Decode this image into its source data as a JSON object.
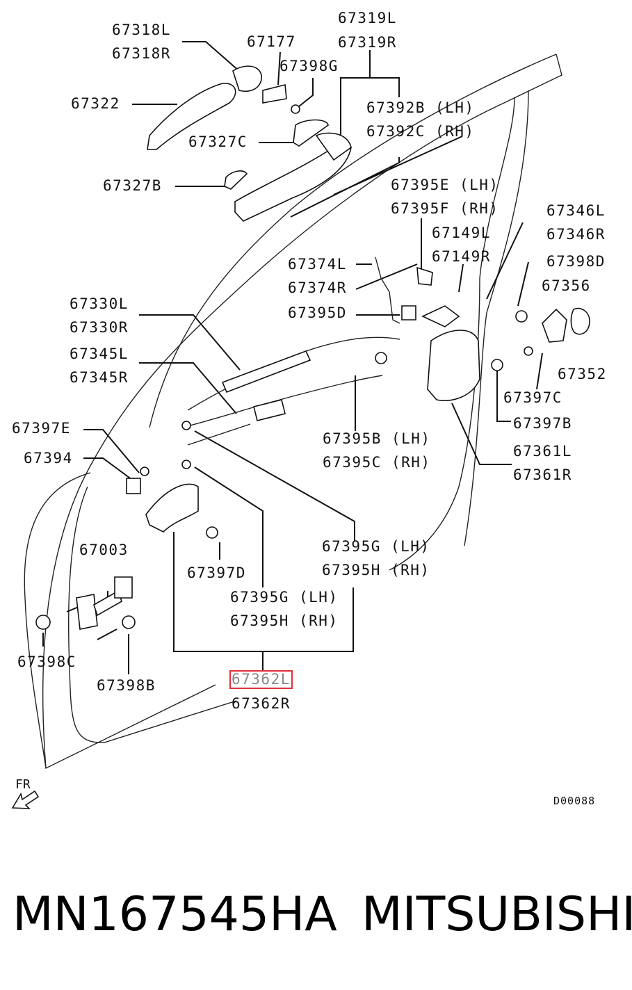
{
  "labels": {
    "l67318L": "67318L",
    "l67318R": "67318R",
    "l67177": "67177",
    "l67398G": "67398G",
    "l67319L": "67319L",
    "l67319R": "67319R",
    "l67322": "67322",
    "l67392B": "67392B (LH)",
    "l67392C": "67392C (RH)",
    "l67327C": "67327C",
    "l67327B": "67327B",
    "l67395E": "67395E (LH)",
    "l67395F": "67395F (RH)",
    "l67346L": "67346L",
    "l67346R": "67346R",
    "l67149L": "67149L",
    "l67149R": "67149R",
    "l67398D": "67398D",
    "l67374L": "67374L",
    "l67374R": "67374R",
    "l67356": "67356",
    "l67330L": "67330L",
    "l67330R": "67330R",
    "l67395D": "67395D",
    "l67345L": "67345L",
    "l67345R": "67345R",
    "l67352": "67352",
    "l67397C": "67397C",
    "l67397E": "67397E",
    "l67397B": "67397B",
    "l67394": "67394",
    "l67395B": "67395B (LH)",
    "l67395C": "67395C (RH)",
    "l67361L": "67361L",
    "l67361R": "67361R",
    "l67003": "67003",
    "l67395G1": "67395G (LH)",
    "l67395H1": "67395H (RH)",
    "l67397D": "67397D",
    "l67395G2": "67395G (LH)",
    "l67395H2": "67395H (RH)",
    "l67398C": "67398C",
    "l67398B": "67398B",
    "l67362L": "67362L",
    "l67362R": "67362R",
    "fr": "FR",
    "drawing_code": "D00088"
  },
  "footer": {
    "part_number": "MN167545HA",
    "brand": "MITSUBISHI"
  },
  "colors": {
    "highlight": "#e0303a",
    "ink": "#111111"
  }
}
